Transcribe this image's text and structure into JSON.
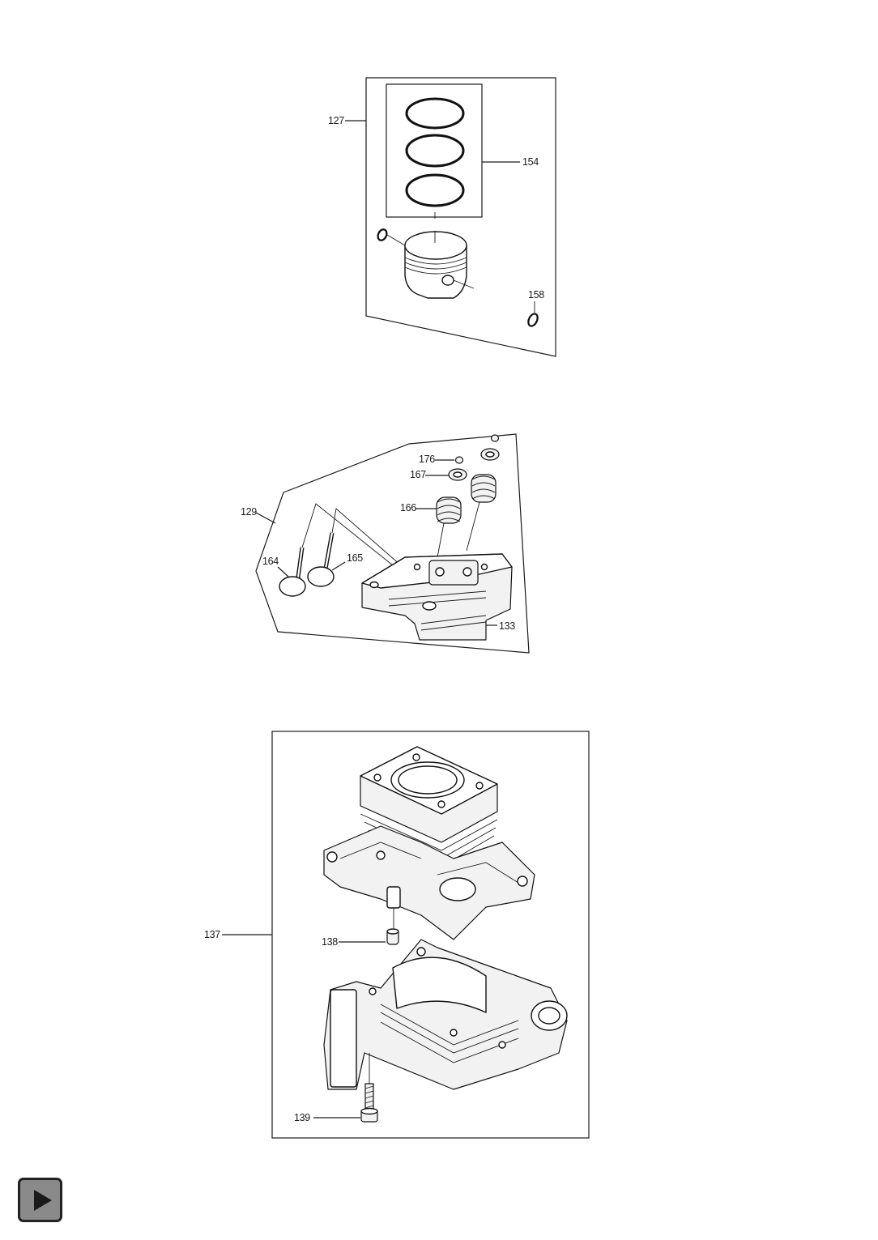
{
  "callouts": {
    "piston_kit": "127",
    "piston_rings": "154",
    "circlip": "158",
    "cylinder_head_assy": "129",
    "valve_cap": "176",
    "spring_retainer": "167",
    "valve_spring": "166",
    "intake_valve": "164",
    "exhaust_valve": "165",
    "cylinder_head": "133",
    "crankcase_assy": "137",
    "dowel_pin": "138",
    "bolt": "139"
  },
  "icons": {
    "next_page": "play-triangle-icon"
  },
  "colors": {
    "ink": "#1a1a1a",
    "button_fill": "#8a8a8a"
  }
}
